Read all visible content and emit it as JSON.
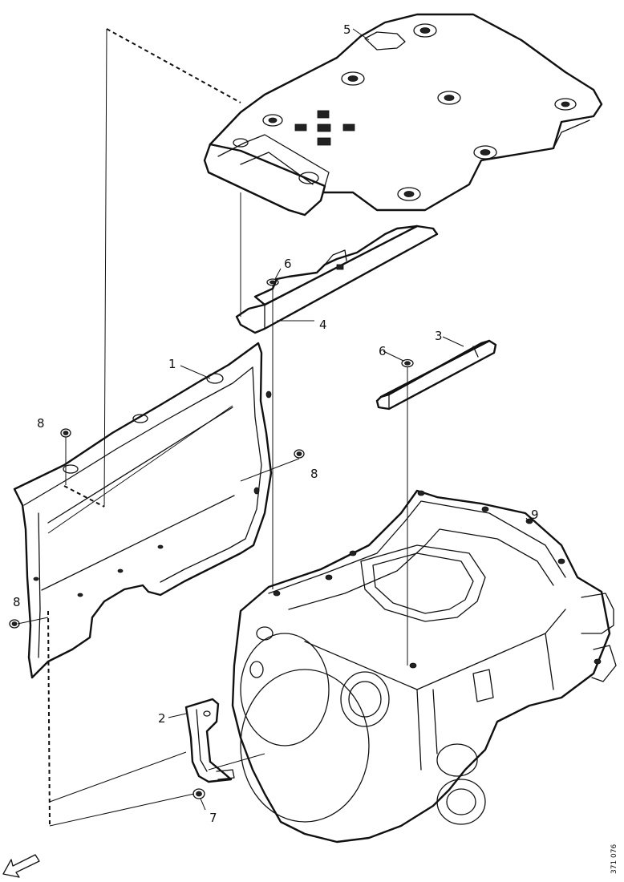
{
  "diagram": {
    "callouts": {
      "c1": "1",
      "c2": "2",
      "c3": "3",
      "c4": "4",
      "c5": "5",
      "c6a": "6",
      "c6b": "6",
      "c7": "7",
      "c8a": "8",
      "c8b": "8",
      "c8c": "8",
      "c9": "9"
    },
    "figure_code": "371 076",
    "icons": {
      "direction": "front-direction-arrow-icon"
    }
  }
}
